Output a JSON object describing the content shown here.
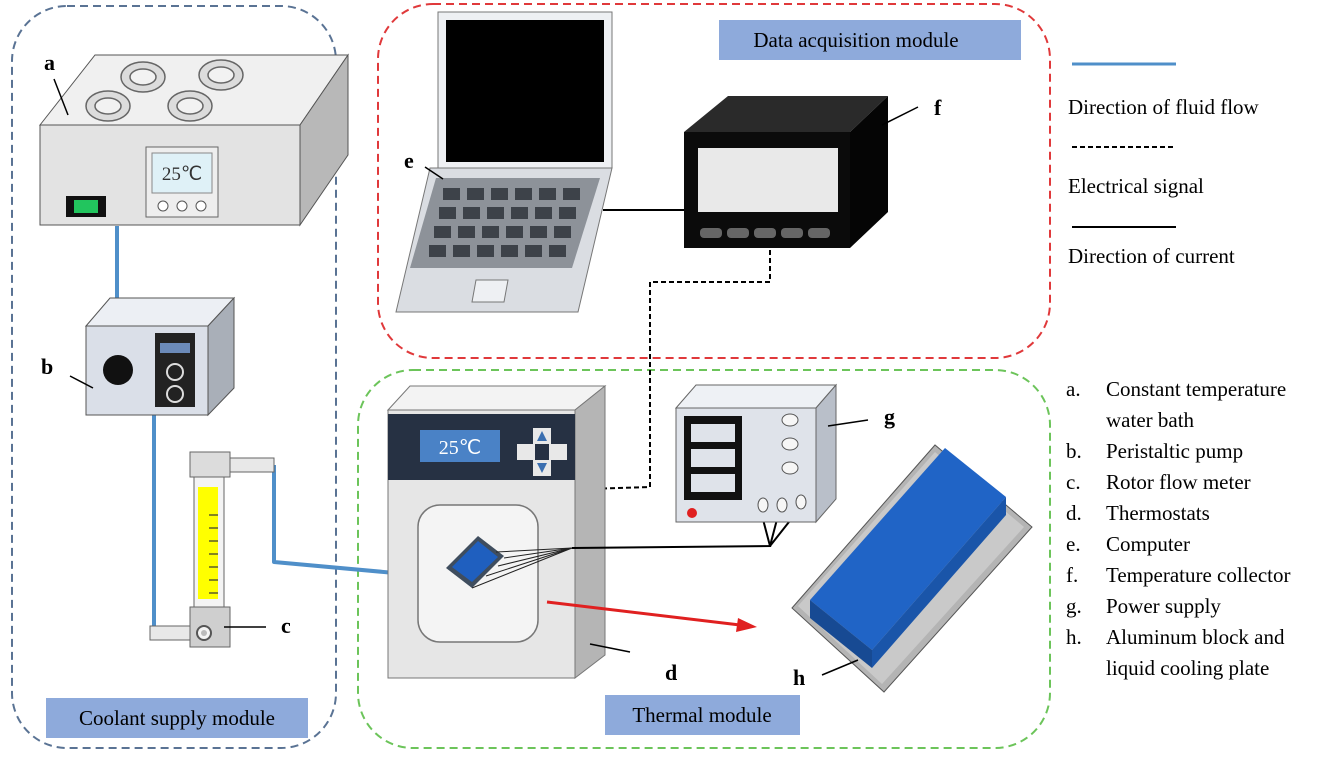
{
  "modules": {
    "coolant": "Coolant supply module",
    "acquisition": "Data acquisition module",
    "thermal": "Thermal module"
  },
  "labels": {
    "a": "a",
    "b": "b",
    "c": "c",
    "d": "d",
    "e": "e",
    "f": "f",
    "g": "g",
    "h": "h"
  },
  "displays": {
    "water_bath": "25℃",
    "thermostat": "25℃"
  },
  "legend": {
    "fluid": "Direction of fluid flow",
    "signal": "Electrical signal",
    "current": "Direction of current"
  },
  "components": [
    {
      "key": "a.",
      "line1": "Constant temperature",
      "line2": "water bath"
    },
    {
      "key": "b.",
      "line1": "Peristaltic pump"
    },
    {
      "key": "c.",
      "line1": "Rotor flow meter"
    },
    {
      "key": "d.",
      "line1": "Thermostats"
    },
    {
      "key": "e.",
      "line1": "Computer"
    },
    {
      "key": "f.",
      "line1": "Temperature collector"
    },
    {
      "key": "g.",
      "line1": "Power supply"
    },
    {
      "key": "h.",
      "line1": "Aluminum block and",
      "line2": "liquid cooling plate"
    }
  ],
  "colors": {
    "coolant_border": "#5a7394",
    "acquisition_border": "#e0393b",
    "thermal_border": "#6cc45a",
    "module_label_bg": "#8eaadb",
    "fluid_line": "#4f8fc9",
    "arrow": "#e02020",
    "plate_blue": "#1f5fbf",
    "flow_meter_fill": "#ffff00"
  }
}
